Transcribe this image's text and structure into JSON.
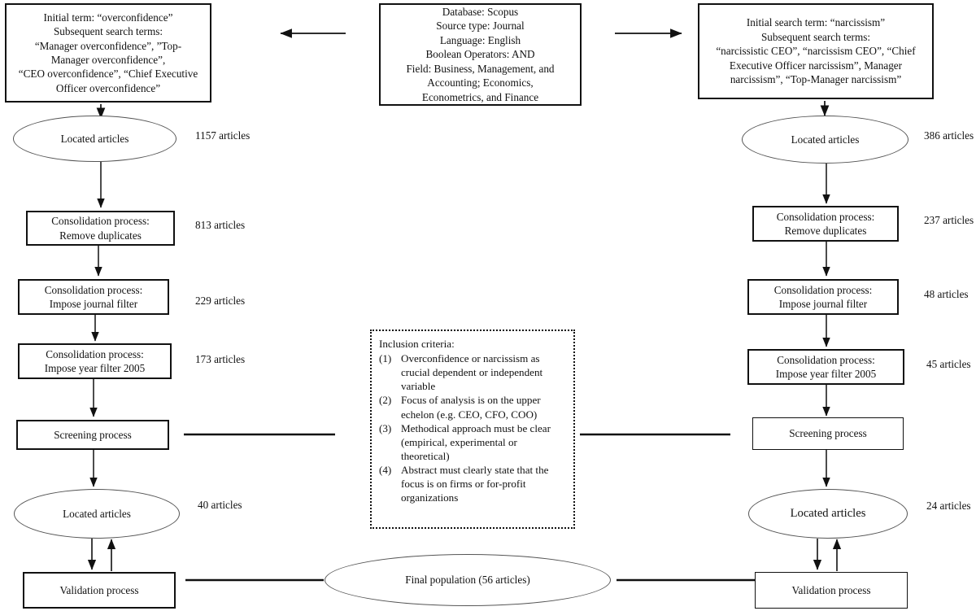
{
  "figure": {
    "type": "flowchart",
    "title": "Systematic literature search and selection flow diagram"
  },
  "search_config": {
    "name": "search-parameters-box",
    "lines": "Database: Scopus\nSource type: Journal\nLanguage: English\nBoolean Operators: AND\nField: Business, Management, and\nAccounting; Economics,\nEconometrics, and Finance"
  },
  "left_branch": {
    "terms_box": {
      "text": "Initial term: “overconfidence”\nSubsequent search terms:\n“Manager overconfidence”, ”Top-\nManager overconfidence”,\n“CEO overconfidence”, “Chief Executive\nOfficer overconfidence”"
    },
    "steps": [
      {
        "shape": "ellipse",
        "label": "Located articles",
        "count": "1157 articles"
      },
      {
        "shape": "box",
        "label": "Consolidation process:\nRemove duplicates",
        "count": "813 articles"
      },
      {
        "shape": "box",
        "label": "Consolidation process:\nImpose journal filter",
        "count": "229 articles"
      },
      {
        "shape": "box",
        "label": "Consolidation process:\nImpose year filter 2005",
        "count": "173 articles"
      },
      {
        "shape": "box",
        "label": "Screening process",
        "count": ""
      },
      {
        "shape": "ellipse",
        "label": "Located articles",
        "count": "40 articles"
      },
      {
        "shape": "box",
        "label": "Validation process",
        "count": ""
      }
    ]
  },
  "right_branch": {
    "terms_box": {
      "text": "Initial search term: “narcissism”\nSubsequent search terms:\n“narcissistic CEO”, “narcissism CEO”, “Chief\nExecutive Officer narcissism”, Manager\nnarcissism”, “Top-Manager narcissism”"
    },
    "steps": [
      {
        "shape": "ellipse",
        "label": "Located articles",
        "count": "386 articles"
      },
      {
        "shape": "box",
        "label": "Consolidation process:\nRemove duplicates",
        "count": "237 articles"
      },
      {
        "shape": "box",
        "label": "Consolidation process:\nImpose journal filter",
        "count": "48 articles"
      },
      {
        "shape": "box",
        "label": "Consolidation process:\nImpose year filter 2005",
        "count": "45 articles"
      },
      {
        "shape": "box",
        "label": "Screening process",
        "count": ""
      },
      {
        "shape": "ellipse",
        "label": "Located articles",
        "count": "24 articles"
      },
      {
        "shape": "box",
        "label": "Validation process",
        "count": ""
      }
    ]
  },
  "inclusion_criteria": {
    "title": "Inclusion criteria:",
    "items": [
      {
        "num": "(1)",
        "text": "Overconfidence or narcissism as crucial  dependent or independent variable"
      },
      {
        "num": "(2)",
        "text": "Focus of analysis is on the upper echelon (e.g. CEO, CFO, COO)"
      },
      {
        "num": "(3)",
        "text": "Methodical approach must be clear (empirical,  experimental  or theoretical)"
      },
      {
        "num": "(4)",
        "text": "Abstract must clearly  state that the focus is on firms  or for-profit organizations"
      }
    ]
  },
  "final_population": {
    "label": "Final population (56 articles)"
  },
  "icons": {
    "arrow_left": "arrow-left-icon",
    "arrow_right": "arrow-right-icon",
    "arrow_down": "arrow-down-icon",
    "arrow_up": "arrow-up-icon"
  },
  "colors": {
    "stroke": "#111111",
    "ellipse_stroke": "#555555",
    "background": "#ffffff"
  }
}
